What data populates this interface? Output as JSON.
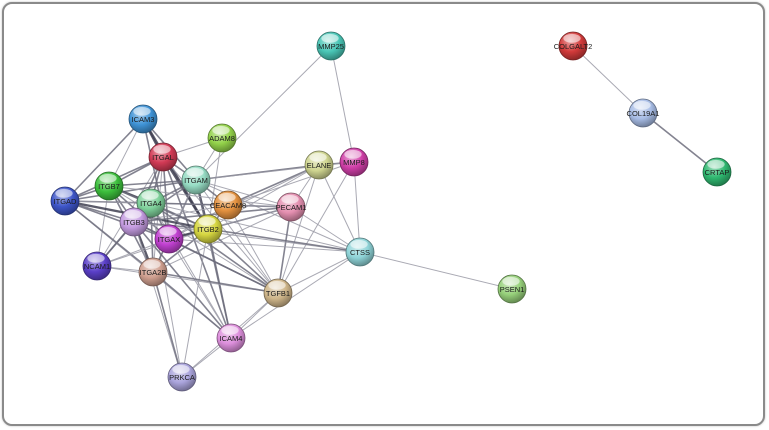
{
  "network": {
    "nodes": [
      {
        "id": "MMP25",
        "label": "MMP25",
        "color": "#49c6b6"
      },
      {
        "id": "COLGALT2",
        "label": "COLGALT2",
        "color": "#d23a3a"
      },
      {
        "id": "COL19A1",
        "label": "COL19A1",
        "color": "#a8bde6"
      },
      {
        "id": "CRTAP",
        "label": "CRTAP",
        "color": "#2fb870"
      },
      {
        "id": "ICAM3",
        "label": "ICAM3",
        "color": "#3f93d6"
      },
      {
        "id": "ADAM8",
        "label": "ADAM8",
        "color": "#93d24a"
      },
      {
        "id": "ITGAL",
        "label": "ITGAL",
        "color": "#d23a55"
      },
      {
        "id": "ELANE",
        "label": "ELANE",
        "color": "#cfd590"
      },
      {
        "id": "MMP8",
        "label": "MMP8",
        "color": "#d03fa8"
      },
      {
        "id": "ITGAM",
        "label": "ITGAM",
        "color": "#96dcc4"
      },
      {
        "id": "ITGB7",
        "label": "ITGB7",
        "color": "#3cbf3c"
      },
      {
        "id": "ITGAD",
        "label": "ITGAD",
        "color": "#3d55c8"
      },
      {
        "id": "ITGA4",
        "label": "ITGA4",
        "color": "#7ed09a"
      },
      {
        "id": "CEACAM8",
        "label": "CEACAM8",
        "color": "#e3913f"
      },
      {
        "id": "PECAM1",
        "label": "PECAM1",
        "color": "#e48fb0"
      },
      {
        "id": "ITGB3",
        "label": "ITGB3",
        "color": "#c49be0"
      },
      {
        "id": "ITGB2",
        "label": "ITGB2",
        "color": "#d6d640"
      },
      {
        "id": "ITGAX",
        "label": "ITGAX",
        "color": "#c040d0"
      },
      {
        "id": "CTSS",
        "label": "CTSS",
        "color": "#8fd4d8"
      },
      {
        "id": "NCAM1",
        "label": "NCAM1",
        "color": "#5a3fc8"
      },
      {
        "id": "ITGA2B",
        "label": "ITGA2B",
        "color": "#cf9f8f"
      },
      {
        "id": "TGFB1",
        "label": "TGFB1",
        "color": "#cfb68a"
      },
      {
        "id": "PSEN1",
        "label": "PSEN1",
        "color": "#96d07a"
      },
      {
        "id": "ICAM4",
        "label": "ICAM4",
        "color": "#dd8fdc"
      },
      {
        "id": "PRKCA",
        "label": "PRKCA",
        "color": "#aaa4dc"
      }
    ],
    "edges": [
      [
        "MMP25",
        "MMP8",
        1
      ],
      [
        "MMP25",
        "ITGAM",
        1
      ],
      [
        "COLGALT2",
        "COL19A1",
        1
      ],
      [
        "COL19A1",
        "CRTAP",
        2
      ],
      [
        "ICAM3",
        "ITGAL",
        3
      ],
      [
        "ICAM3",
        "ITGAM",
        2
      ],
      [
        "ICAM3",
        "ITGB2",
        3
      ],
      [
        "ICAM3",
        "ITGAD",
        2
      ],
      [
        "ICAM3",
        "ITGAX",
        2
      ],
      [
        "ICAM3",
        "ITGB7",
        1
      ],
      [
        "ADAM8",
        "ITGAM",
        1
      ],
      [
        "ADAM8",
        "ITGB2",
        1
      ],
      [
        "ADAM8",
        "ITGAL",
        1
      ],
      [
        "ITGAL",
        "ITGB2",
        3
      ],
      [
        "ITGAL",
        "ITGAM",
        2
      ],
      [
        "ITGAL",
        "ITGAX",
        2
      ],
      [
        "ITGAL",
        "ITGAD",
        2
      ],
      [
        "ITGAL",
        "ITGB7",
        2
      ],
      [
        "ITGAL",
        "ITGA4",
        2
      ],
      [
        "ITGAL",
        "ICAM4",
        2
      ],
      [
        "ITGAL",
        "TGFB1",
        1
      ],
      [
        "ITGAL",
        "ITGB3",
        2
      ],
      [
        "ITGAL",
        "NCAM1",
        1
      ],
      [
        "ITGAL",
        "ITGA2B",
        1
      ],
      [
        "ELANE",
        "MMP8",
        2
      ],
      [
        "ELANE",
        "ITGAM",
        2
      ],
      [
        "ELANE",
        "CEACAM8",
        2
      ],
      [
        "ELANE",
        "ITGB2",
        1
      ],
      [
        "ELANE",
        "CTSS",
        1
      ],
      [
        "ELANE",
        "TGFB1",
        1
      ],
      [
        "ELANE",
        "PECAM1",
        1
      ],
      [
        "ELANE",
        "ITGAX",
        1
      ],
      [
        "MMP8",
        "CTSS",
        1
      ],
      [
        "MMP8",
        "CEACAM8",
        1
      ],
      [
        "MMP8",
        "TGFB1",
        1
      ],
      [
        "MMP8",
        "ITGAM",
        1
      ],
      [
        "ITGAM",
        "ITGB2",
        3
      ],
      [
        "ITGAM",
        "ITGAX",
        2
      ],
      [
        "ITGAM",
        "ITGAD",
        2
      ],
      [
        "ITGAM",
        "ITGB7",
        2
      ],
      [
        "ITGAM",
        "ITGA4",
        2
      ],
      [
        "ITGAM",
        "CEACAM8",
        2
      ],
      [
        "ITGAM",
        "PECAM1",
        1
      ],
      [
        "ITGAM",
        "ICAM4",
        2
      ],
      [
        "ITGAM",
        "ITGB3",
        2
      ],
      [
        "ITGAM",
        "ITGA2B",
        1
      ],
      [
        "ITGAM",
        "TGFB1",
        1
      ],
      [
        "ITGAM",
        "CTSS",
        1
      ],
      [
        "ITGB7",
        "ITGA4",
        3
      ],
      [
        "ITGB7",
        "ITGAD",
        2
      ],
      [
        "ITGB7",
        "ITGB3",
        2
      ],
      [
        "ITGB7",
        "ITGB2",
        2
      ],
      [
        "ITGB7",
        "ITGAX",
        2
      ],
      [
        "ITGB7",
        "NCAM1",
        1
      ],
      [
        "ITGB7",
        "ITGA2B",
        2
      ],
      [
        "ITGB7",
        "PECAM1",
        1
      ],
      [
        "ITGB7",
        "TGFB1",
        1
      ],
      [
        "ITGAD",
        "ITGB2",
        3
      ],
      [
        "ITGAD",
        "ITGA4",
        2
      ],
      [
        "ITGAD",
        "ITGB3",
        2
      ],
      [
        "ITGAD",
        "ITGAX",
        2
      ],
      [
        "ITGAD",
        "ICAM4",
        1
      ],
      [
        "ITGAD",
        "ITGA2B",
        2
      ],
      [
        "ITGAD",
        "PECAM1",
        1
      ],
      [
        "ITGA4",
        "ITGB3",
        2
      ],
      [
        "ITGA4",
        "ITGB2",
        2
      ],
      [
        "ITGA4",
        "ITGAX",
        2
      ],
      [
        "ITGA4",
        "NCAM1",
        2
      ],
      [
        "ITGA4",
        "ITGA2B",
        2
      ],
      [
        "ITGA4",
        "PECAM1",
        2
      ],
      [
        "ITGA4",
        "TGFB1",
        2
      ],
      [
        "ITGA4",
        "ICAM4",
        1
      ],
      [
        "ITGA4",
        "PRKCA",
        1
      ],
      [
        "ITGA4",
        "CTSS",
        1
      ],
      [
        "CEACAM8",
        "ITGB2",
        2
      ],
      [
        "CEACAM8",
        "PECAM1",
        1
      ],
      [
        "CEACAM8",
        "ITGAX",
        1
      ],
      [
        "CEACAM8",
        "ITGB3",
        1
      ],
      [
        "CEACAM8",
        "TGFB1",
        1
      ],
      [
        "PECAM1",
        "ITGB2",
        2
      ],
      [
        "PECAM1",
        "ITGB3",
        2
      ],
      [
        "PECAM1",
        "TGFB1",
        2
      ],
      [
        "PECAM1",
        "ITGAX",
        1
      ],
      [
        "PECAM1",
        "CTSS",
        1
      ],
      [
        "PECAM1",
        "ITGA2B",
        1
      ],
      [
        "ITGB3",
        "ITGA2B",
        3
      ],
      [
        "ITGB3",
        "ITGB2",
        2
      ],
      [
        "ITGB3",
        "ITGAX",
        2
      ],
      [
        "ITGB3",
        "NCAM1",
        2
      ],
      [
        "ITGB3",
        "TGFB1",
        2
      ],
      [
        "ITGB3",
        "ICAM4",
        2
      ],
      [
        "ITGB3",
        "PRKCA",
        1
      ],
      [
        "ITGB3",
        "CTSS",
        1
      ],
      [
        "ITGB2",
        "ITGAX",
        3
      ],
      [
        "ITGB2",
        "ITGA2B",
        2
      ],
      [
        "ITGB2",
        "TGFB1",
        2
      ],
      [
        "ITGB2",
        "ICAM4",
        2
      ],
      [
        "ITGB2",
        "CTSS",
        2
      ],
      [
        "ITGB2",
        "NCAM1",
        1
      ],
      [
        "ITGB2",
        "PRKCA",
        1
      ],
      [
        "ITGAX",
        "ITGA2B",
        2
      ],
      [
        "ITGAX",
        "NCAM1",
        1
      ],
      [
        "ITGAX",
        "TGFB1",
        2
      ],
      [
        "ITGAX",
        "ICAM4",
        1
      ],
      [
        "ITGAX",
        "CTSS",
        1
      ],
      [
        "CTSS",
        "TGFB1",
        1
      ],
      [
        "CTSS",
        "PSEN1",
        1
      ],
      [
        "CTSS",
        "ICAM4",
        1
      ],
      [
        "NCAM1",
        "ITGA2B",
        1
      ],
      [
        "NCAM1",
        "TGFB1",
        1
      ],
      [
        "ITGA2B",
        "TGFB1",
        2
      ],
      [
        "ITGA2B",
        "ICAM4",
        2
      ],
      [
        "ITGA2B",
        "PRKCA",
        2
      ],
      [
        "TGFB1",
        "ICAM4",
        1
      ],
      [
        "TGFB1",
        "PRKCA",
        1
      ],
      [
        "ICAM4",
        "PRKCA",
        1
      ]
    ]
  }
}
